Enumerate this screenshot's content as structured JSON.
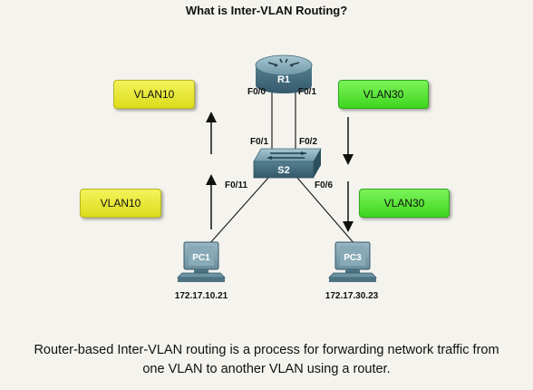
{
  "title": "What is Inter-VLAN Routing?",
  "devices": {
    "router": "R1",
    "switch": "S2",
    "pc1": "PC1",
    "pc3": "PC3"
  },
  "ports": {
    "r1_f00": "F0/0",
    "r1_f01": "F0/1",
    "s2_f01": "F0/1",
    "s2_f02": "F0/2",
    "s2_f011": "F0/11",
    "s2_f06": "F0/6"
  },
  "vlans": {
    "left_top": "VLAN10",
    "left_bottom": "VLAN10",
    "right_top": "VLAN30",
    "right_bottom": "VLAN30"
  },
  "addresses": {
    "pc1": "172.17.10.21",
    "pc3": "172.17.30.23"
  },
  "caption": {
    "line1": "Router-based Inter-VLAN routing is a process for forwarding network traffic from",
    "line2": "one VLAN to another VLAN using a router."
  },
  "colors": {
    "vlan10": "#e6e52a",
    "vlan30": "#4fdd2a",
    "device": "#5f8a9b"
  }
}
